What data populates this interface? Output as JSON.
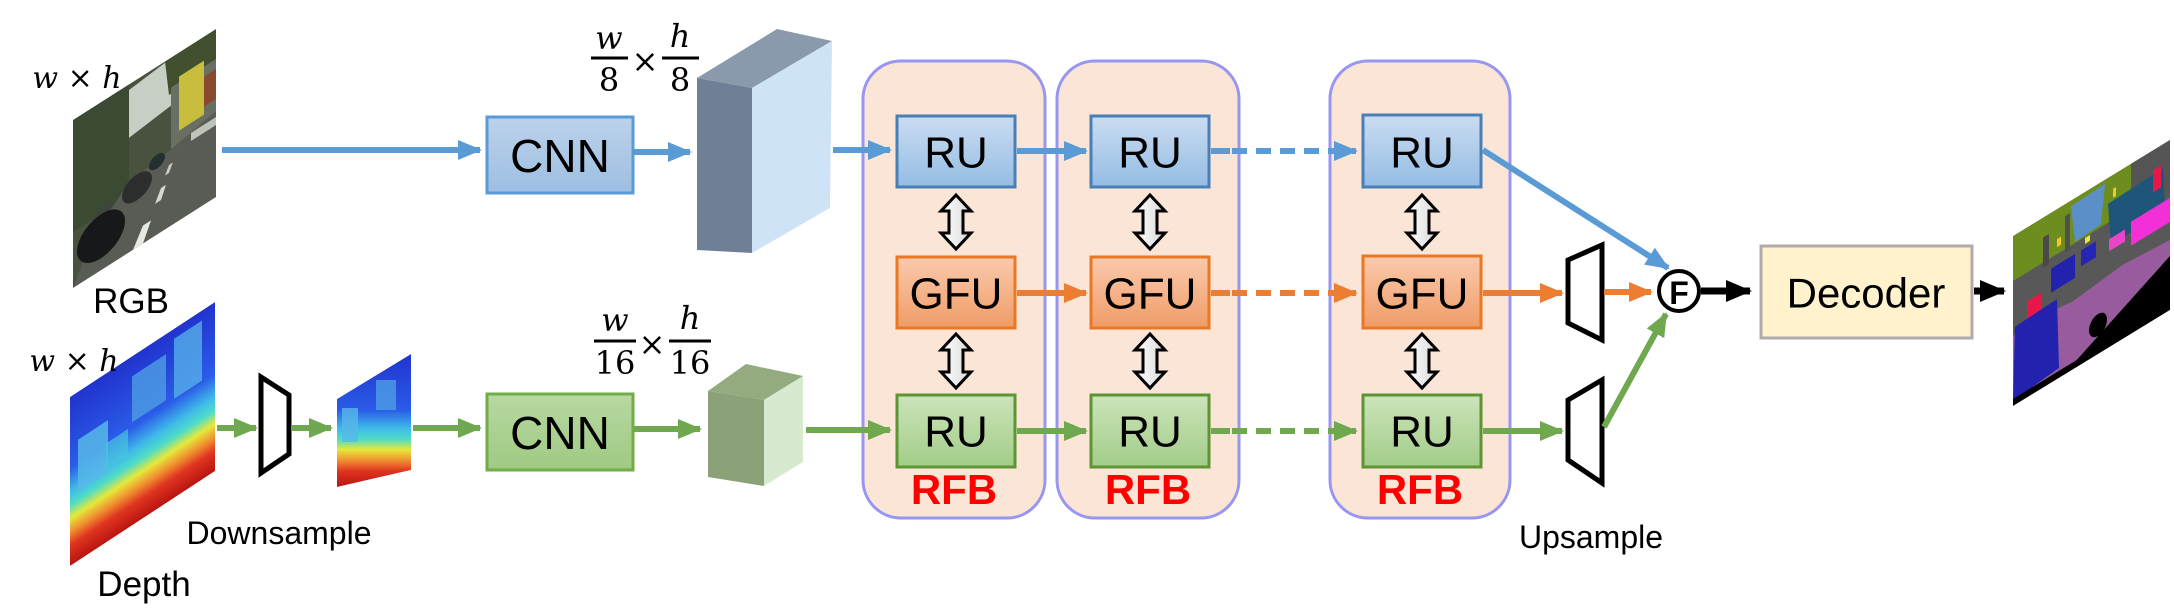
{
  "colors": {
    "blue_accent": "#5B9BD5",
    "orange_accent": "#ED7D31",
    "green_accent": "#6FA84F",
    "rfb_fill": "#FBE5D6",
    "rfb_border": "#9896F0",
    "rfb_label_color": "#FF0000",
    "decoder_fill": "#FFF2CC",
    "decoder_border": "#AFABAB",
    "arrow_black": "#000000"
  },
  "inputs": {
    "rgb_size_label": "w × h",
    "rgb_label": "RGB",
    "depth_size_label": "w × h",
    "depth_label": "Depth",
    "downsample_label": "Downsample"
  },
  "encoders": {
    "rgb_cnn_label": "CNN",
    "depth_cnn_label": "CNN",
    "rgb_scale": {
      "w": "w",
      "w_den": "8",
      "times": "×",
      "h": "h",
      "h_den": "8"
    },
    "depth_scale": {
      "w": "w",
      "w_den": "16",
      "times": "×",
      "h": "h",
      "h_den": "16"
    }
  },
  "rfb_blocks": [
    {
      "label": "RFB",
      "ru_top": "RU",
      "gfu": "GFU",
      "ru_bottom": "RU"
    },
    {
      "label": "RFB",
      "ru_top": "RU",
      "gfu": "GFU",
      "ru_bottom": "RU"
    },
    {
      "label": "RFB",
      "ru_top": "RU",
      "gfu": "GFU",
      "ru_bottom": "RU"
    }
  ],
  "fusion": {
    "upsample_label": "Upsample",
    "fusion_node_label": "F",
    "decoder_label": "Decoder"
  }
}
